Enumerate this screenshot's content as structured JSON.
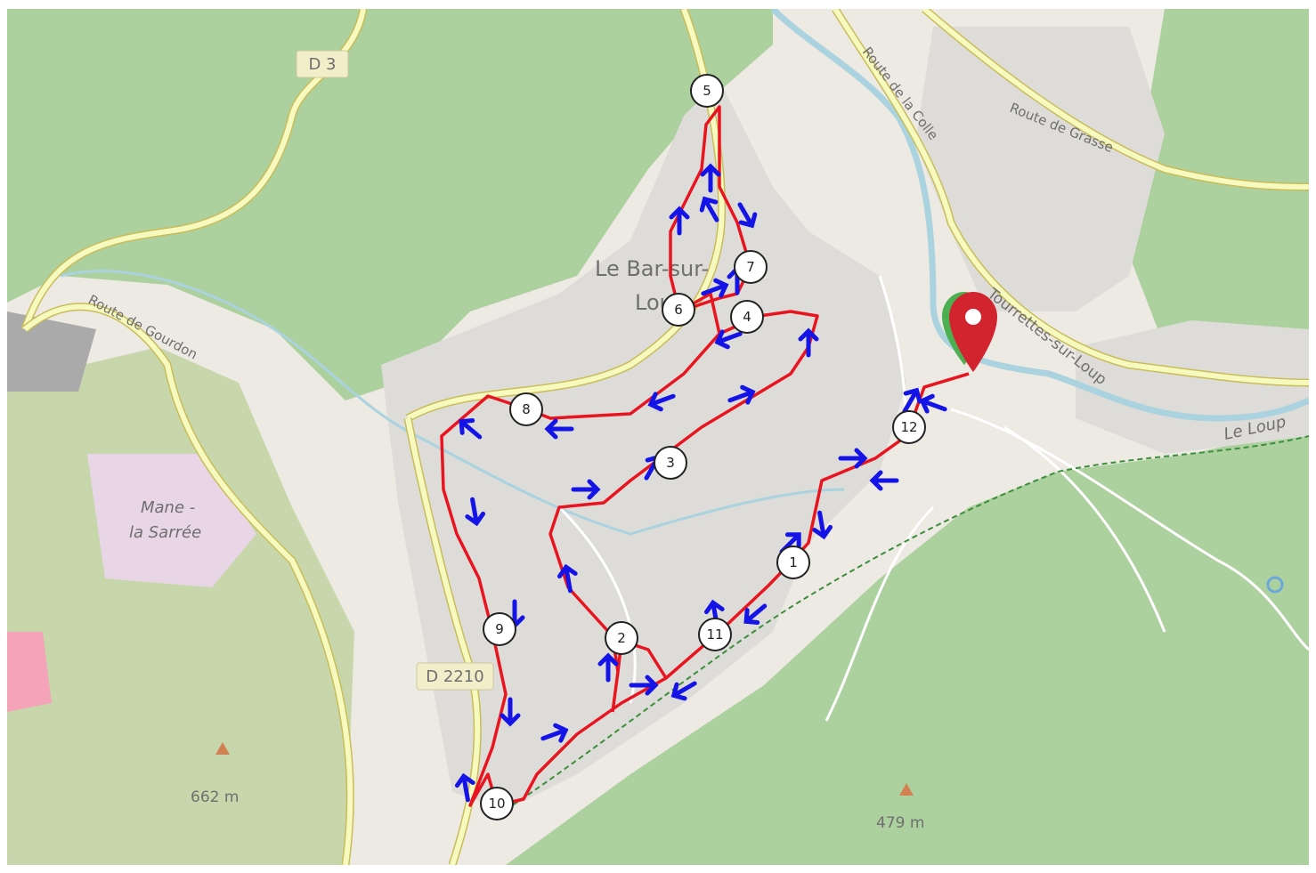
{
  "map": {
    "route_color": "#e8141f",
    "arrow_color": "#1414e6",
    "marker_color": "#d1242f",
    "labels": {
      "road_d3": "D 3",
      "road_d2210": "D 2210",
      "route_de_gourdon": "Route de Gourdon",
      "route_de_la_colle": "Route de la Colle",
      "route_de_grasse": "Route de Grasse",
      "town_le_bar": "Le Bar-sur-",
      "town_loup": "Loup",
      "tourrettes": "Tourrettes-sur-Loup",
      "river": "Le Loup",
      "mane_1": "Mane -",
      "mane_2": "la Sarrée",
      "peak_662": "662 m",
      "peak_479": "479 m"
    },
    "waypoints": [
      "1",
      "2",
      "3",
      "4",
      "5",
      "6",
      "7",
      "8",
      "9",
      "10",
      "11",
      "12"
    ]
  }
}
